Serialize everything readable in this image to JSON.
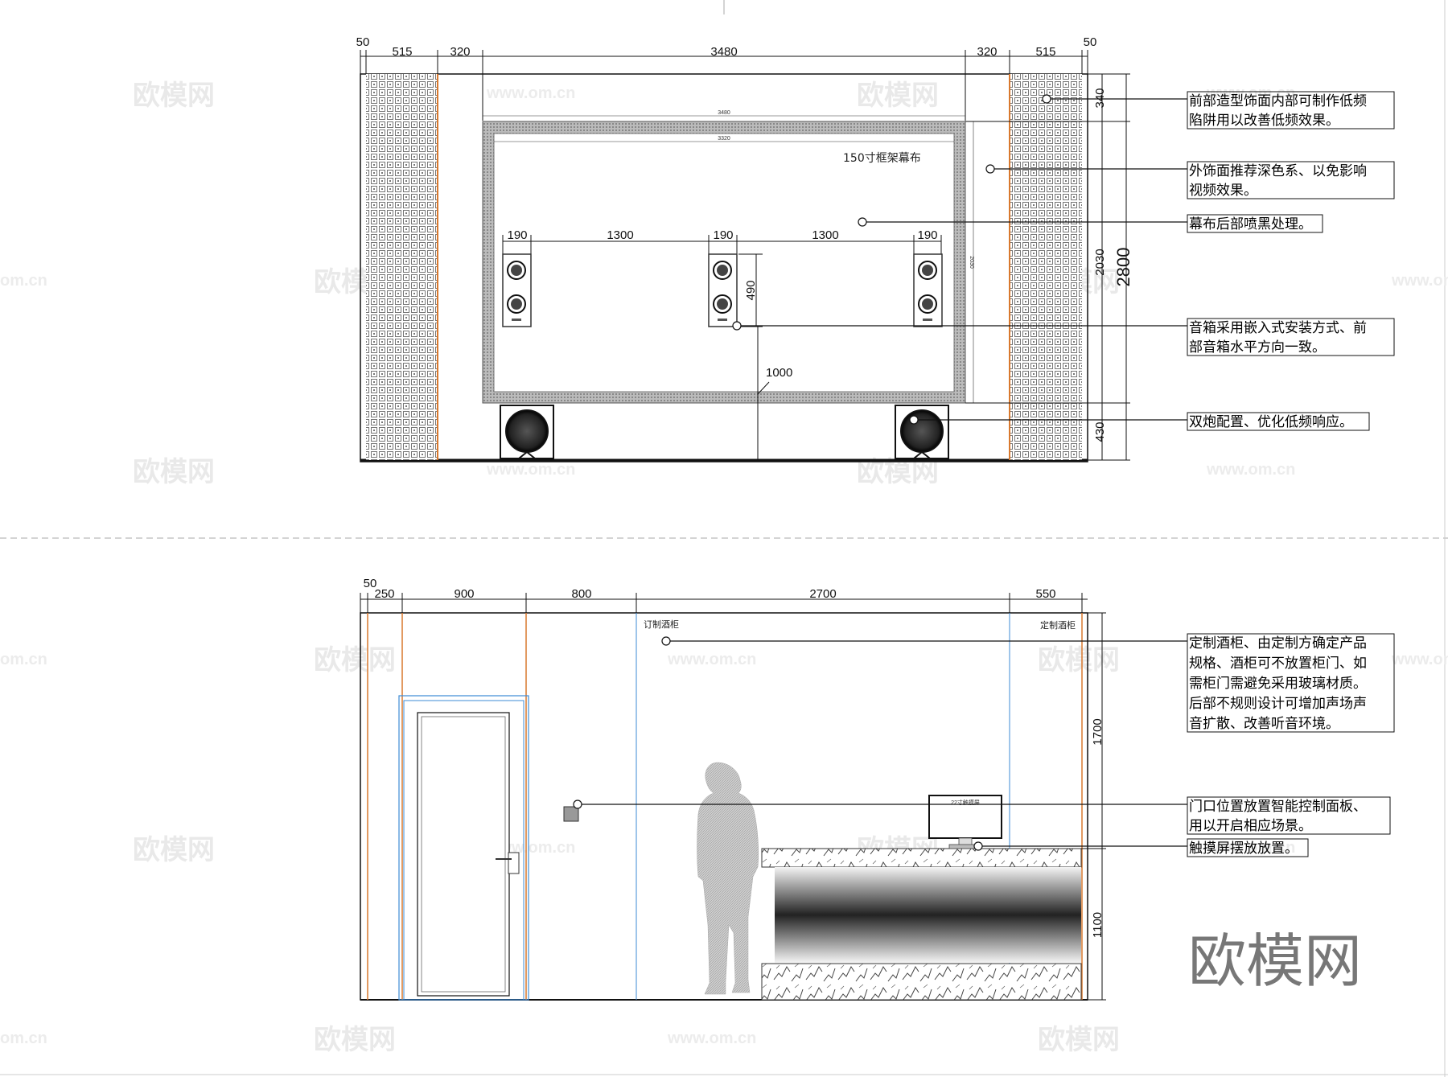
{
  "watermark": {
    "text": "欧模网",
    "url": "www.om.cn",
    "url_short": "om.cn"
  },
  "logo": "欧模网",
  "top_elevation": {
    "dims_top": [
      "50",
      "515",
      "320",
      "3480",
      "320",
      "515",
      "50"
    ],
    "frame_outer": "3480",
    "frame_inner": "3320",
    "frame_height": "2030",
    "screen_label": "150寸框架幕布",
    "speaker_dims": [
      "190",
      "1300",
      "190",
      "1300",
      "190"
    ],
    "speaker_height": "490",
    "center_height": "1000",
    "right_dims": [
      "340",
      "2030",
      "430"
    ],
    "total_height": "2800",
    "notes": [
      [
        "前部造型饰面内部可制作低频",
        "陷阱用以改善低频效果。"
      ],
      [
        "外饰面推荐深色系、以免影响",
        "视频效果。"
      ],
      [
        "幕布后部喷黑处理。"
      ],
      [
        "音箱采用嵌入式安装方式、前",
        "部音箱水平方向一致。"
      ],
      [
        "双炮配置、优化低频响应。"
      ]
    ]
  },
  "bottom_elevation": {
    "dims_top": [
      "50",
      "250",
      "900",
      "800",
      "2700",
      "550"
    ],
    "label_left": "订制酒柜",
    "label_right": "定制酒柜",
    "touch_screen_label": "22寸触摸屏",
    "right_dims": [
      "1700",
      "1100"
    ],
    "notes": [
      [
        "定制酒柜、由定制方确定产品",
        "规格、酒柜可不放置柜门、如",
        "需柜门需避免采用玻璃材质。",
        "后部不规则设计可增加声场声",
        "音扩散、改善听音环境。"
      ],
      [
        "门口位置放置智能控制面板、",
        "用以开启相应场景。"
      ],
      [
        "触摸屏摆放放置。"
      ]
    ]
  }
}
